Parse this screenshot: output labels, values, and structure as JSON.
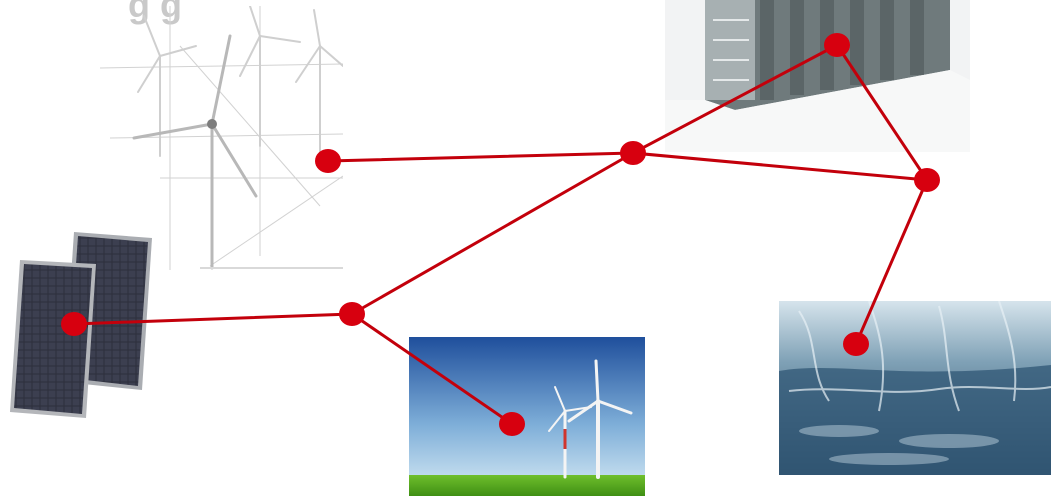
{
  "diagram": {
    "title_fragment": "g        g",
    "colors": {
      "link": "#c3000b",
      "node": "#d7000f",
      "background": "#ffffff"
    },
    "images": [
      {
        "id": "wind-farm-sketch",
        "icon": "wind-turbines-sketch-icon"
      },
      {
        "id": "storage-unit",
        "icon": "battery-rack-icon"
      },
      {
        "id": "solar-panels",
        "icon": "solar-panel-icon"
      },
      {
        "id": "wind-turbines-field",
        "icon": "wind-turbine-photo-icon"
      },
      {
        "id": "hydro-waterfall",
        "icon": "waterfall-photo-icon"
      }
    ],
    "nodes": [
      {
        "id": "wind-sketch-node"
      },
      {
        "id": "hub-center-node"
      },
      {
        "id": "storage-node"
      },
      {
        "id": "east-junction-node"
      },
      {
        "id": "hydro-node"
      },
      {
        "id": "hub-lower-node"
      },
      {
        "id": "solar-node"
      },
      {
        "id": "wind-field-node"
      }
    ],
    "links": [
      [
        "wind-sketch-node",
        "hub-center-node"
      ],
      [
        "hub-center-node",
        "storage-node"
      ],
      [
        "hub-center-node",
        "east-junction-node"
      ],
      [
        "storage-node",
        "east-junction-node"
      ],
      [
        "east-junction-node",
        "hydro-node"
      ],
      [
        "hub-center-node",
        "hub-lower-node"
      ],
      [
        "hub-lower-node",
        "solar-node"
      ],
      [
        "hub-lower-node",
        "wind-field-node"
      ]
    ]
  }
}
